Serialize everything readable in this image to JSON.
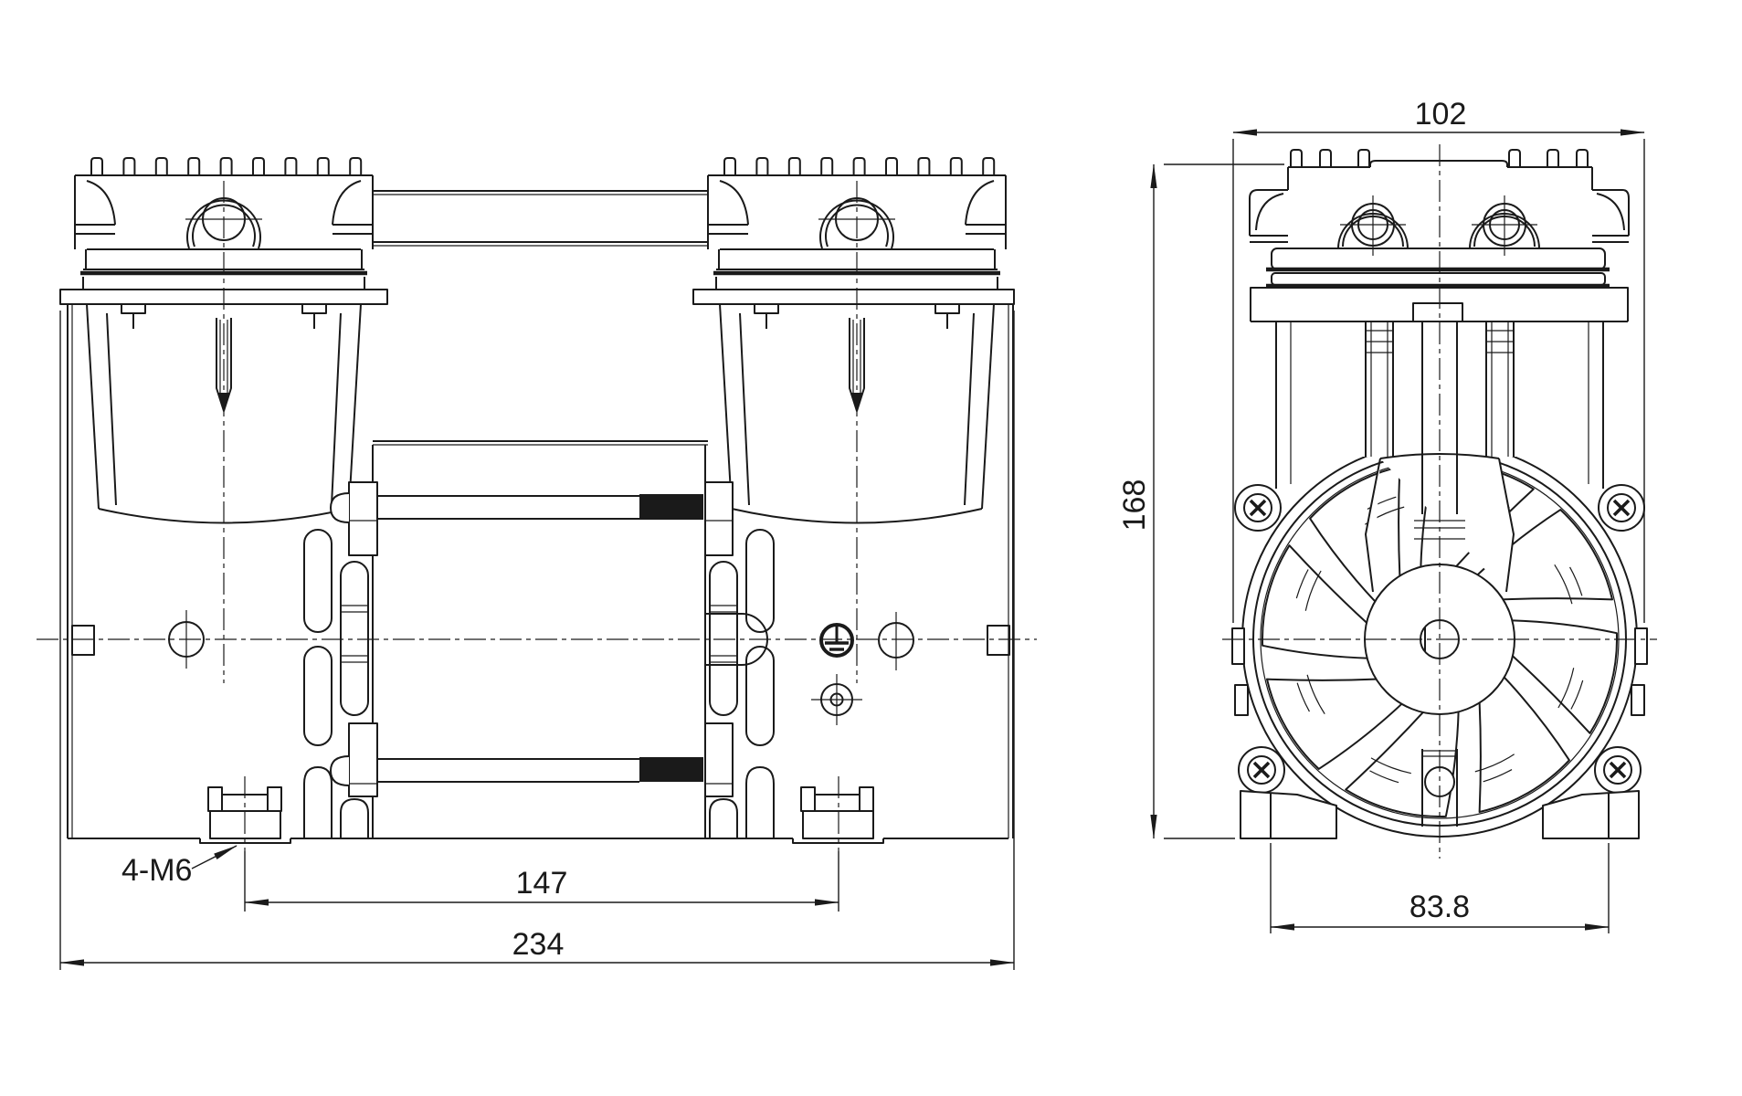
{
  "colors": {
    "background": "#ffffff",
    "line": "#1a1a1a"
  },
  "dimensions": {
    "side_overall_width": {
      "value": "102"
    },
    "side_overall_height": {
      "value": "168"
    },
    "side_foot_span": {
      "value": "83.8"
    },
    "front_foot_span": {
      "value": "147"
    },
    "front_overall_width": {
      "value": "234"
    },
    "foot_thread_callout": {
      "value": "4-M6"
    }
  }
}
